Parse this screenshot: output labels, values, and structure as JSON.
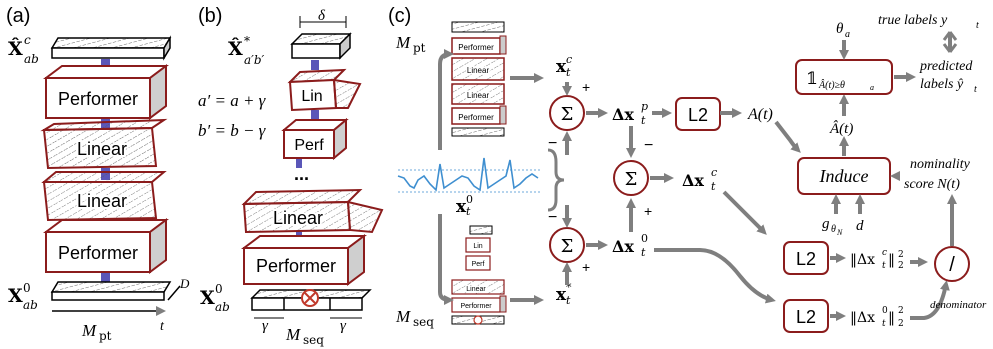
{
  "panels": {
    "a": "(a)",
    "b": "(b)",
    "c": "(c)"
  },
  "colors": {
    "block_edge": "#8b1c1c",
    "arrow_gray": "#7f7f7f",
    "connector_blue": "#5a56b8",
    "signal_blue": "#3f8fd0",
    "mask_red": "#c0392b"
  },
  "panel_a": {
    "top_label": "X̂",
    "top_sup": "c",
    "top_sub": "ab",
    "bottom_label": "X",
    "bottom_sup": "0",
    "bottom_sub": "ab",
    "blocks": [
      "Performer",
      "Linear",
      "Linear",
      "Performer"
    ],
    "model": "M",
    "model_sub": "pt",
    "axis_t": "t",
    "axis_d": "D"
  },
  "panel_b": {
    "top_label": "X̂",
    "top_sup": "*",
    "top_sub": "a′b′",
    "delta": "δ",
    "eq_a": "a′ = a + γ",
    "eq_b": "b′ = b − γ",
    "blocks": [
      "Lin",
      "Perf",
      "Linear",
      "Performer"
    ],
    "ellipsis": "...",
    "bottom_label": "X",
    "bottom_sup": "0",
    "bottom_sub": "ab",
    "gamma": "γ",
    "model": "M",
    "model_sub": "seq"
  },
  "panel_c": {
    "model_pt": "M",
    "model_pt_sub": "pt",
    "model_seq": "M",
    "model_seq_sub": "seq",
    "thumb_top_blocks": [
      "Performer",
      "Linear",
      "Linear",
      "Performer"
    ],
    "thumb_bottom_blocks": [
      "Lin",
      "Perf",
      "Linear",
      "Performer"
    ],
    "x_t0": "x",
    "x_t0_sub": "t",
    "x_t0_sup": "0",
    "x_tc": "x",
    "x_tc_sub": "t",
    "x_tc_sup": "c",
    "x_tstar": "x",
    "x_tstar_sub": "t",
    "x_tstar_sup": "*",
    "sigma": "Σ",
    "plus": "+",
    "minus": "−",
    "dx_p": "Δx",
    "dx_p_sup": "p",
    "dx_p_sub": "t",
    "dx_c": "Δx",
    "dx_c_sup": "c",
    "dx_c_sub": "t",
    "dx_0": "Δx",
    "dx_0_sup": "0",
    "dx_0_sub": "t",
    "l2": "L2",
    "A_t": "A(t)",
    "A_hat": "Â(t)",
    "indicator": "𝟙",
    "indicator_sub": "Â(t)≥θ",
    "indicator_sub2": "a",
    "theta_a": "θ",
    "theta_a_sub": "a",
    "true_labels": "true labels y",
    "true_labels_sub": "t",
    "pred_1": "predicted",
    "pred_2": "labels ŷ",
    "pred_sub": "t",
    "induce": "Induce",
    "g_theta": "g",
    "g_theta_sub": "θ",
    "g_theta_subsub": "N",
    "d": "d",
    "nominality_1": "nominality",
    "nominality_2": "score N(t)",
    "norm_c": "‖Δx",
    "norm_c_sup": "c",
    "norm_c_sub": "t",
    "norm_c_tail": "‖",
    "norm_0": "‖Δx",
    "norm_0_sup": "0",
    "norm_0_sub": "t",
    "norm_0_tail": "‖",
    "norm_exp": "2",
    "norm_idx": "2",
    "divide": "/",
    "denominator": "denominator"
  }
}
